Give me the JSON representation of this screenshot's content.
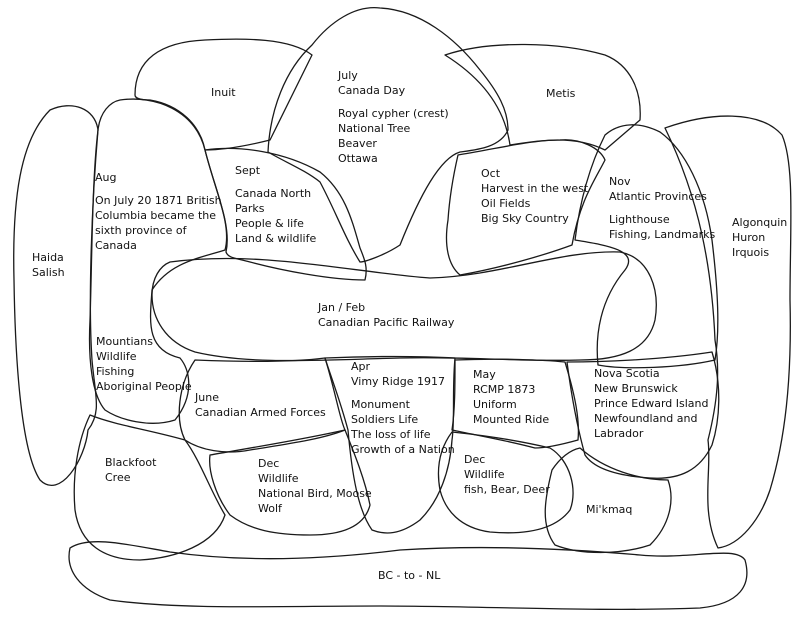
{
  "regions": [
    {
      "id": "inuit",
      "lines": [
        "Inuit"
      ]
    },
    {
      "id": "july",
      "lines": [
        "July",
        "Canada Day",
        "",
        "Royal cypher (crest)",
        "National Tree",
        "Beaver",
        "Ottawa"
      ]
    },
    {
      "id": "metis",
      "lines": [
        "Metis"
      ]
    },
    {
      "id": "aug",
      "lines": [
        "Aug",
        "",
        "On July 20 1871 British",
        "Columbia became the",
        "sixth province of",
        "Canada"
      ]
    },
    {
      "id": "sept",
      "lines": [
        "Sept",
        "",
        "Canada North",
        "Parks",
        "People & life",
        "Land & wildlife"
      ]
    },
    {
      "id": "oct",
      "lines": [
        "Oct",
        "Harvest in the west",
        "Oil Fields",
        "Big Sky Country"
      ]
    },
    {
      "id": "nov",
      "lines": [
        "Nov",
        "Atlantic Provinces",
        "",
        "Lighthouse",
        "Fishing, Landmarks"
      ]
    },
    {
      "id": "algonquin",
      "lines": [
        "Algonquin",
        "Huron",
        "Irquois"
      ]
    },
    {
      "id": "haida",
      "lines": [
        "Haida",
        "Salish"
      ]
    },
    {
      "id": "janfeb",
      "lines": [
        "Jan  / Feb",
        "Canadian Pacific Railway"
      ]
    },
    {
      "id": "mountians",
      "lines": [
        "Mountians",
        "Wildlife",
        "Fishing",
        "Aboriginal People"
      ]
    },
    {
      "id": "june",
      "lines": [
        "June",
        "Canadian Armed Forces"
      ]
    },
    {
      "id": "apr",
      "lines": [
        "Apr",
        "Vimy Ridge 1917",
        "",
        "Monument",
        "Soldiers Life",
        "The loss of life",
        "Growth of a Nation"
      ]
    },
    {
      "id": "may",
      "lines": [
        "May",
        "RCMP  1873",
        "Uniform",
        "Mounted Ride"
      ]
    },
    {
      "id": "novascotia",
      "lines": [
        "Nova Scotia",
        "New Brunswick",
        "Prince Edward Island",
        "Newfoundland and",
        "Labrador"
      ]
    },
    {
      "id": "blackfoot",
      "lines": [
        "Blackfoot",
        "Cree"
      ]
    },
    {
      "id": "dec1",
      "lines": [
        "Dec",
        "Wildlife",
        "National Bird, Moose",
        "Wolf"
      ]
    },
    {
      "id": "dec2",
      "lines": [
        "Dec",
        "Wildlife",
        "fish, Bear, Deer"
      ]
    },
    {
      "id": "mikmaq",
      "lines": [
        "Mi'kmaq"
      ]
    },
    {
      "id": "bc2nl",
      "lines": [
        "BC - to - NL"
      ]
    }
  ]
}
